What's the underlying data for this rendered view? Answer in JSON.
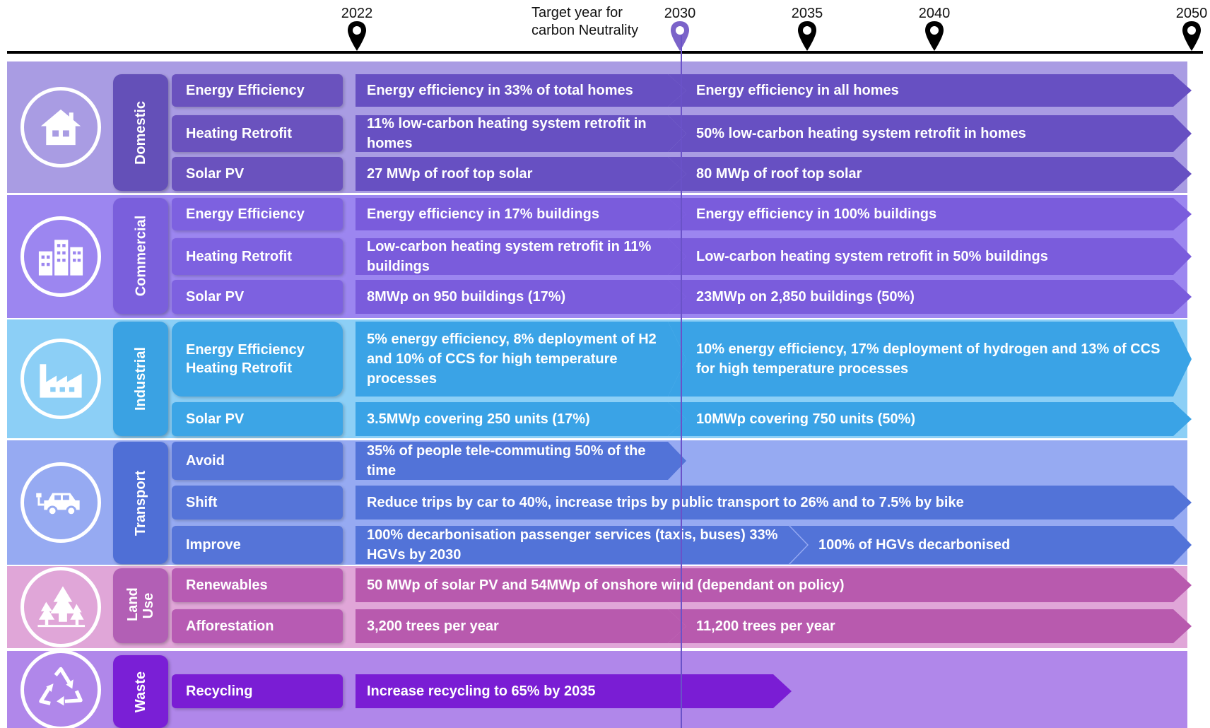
{
  "timeline": {
    "years": [
      "2022",
      "2030",
      "2035",
      "2040",
      "2050"
    ],
    "target_note": [
      "Target year for",
      "carbon Neutrality"
    ],
    "colors": {
      "pin": "#000000",
      "target_pin": "#7b63c9",
      "target_line": "#6a52c8"
    }
  },
  "sectors": [
    {
      "label": "Domestic",
      "icon": "house-icon",
      "colors": {
        "band": "#a99ce3",
        "tab": "#6450b8",
        "box": "#6a52be",
        "arrow": "#6750c2"
      },
      "rows": [
        {
          "category": "Energy Efficiency",
          "near": "Energy efficiency in 33% of total homes",
          "far": "Energy efficiency in all homes"
        },
        {
          "category": "Heating Retrofit",
          "near": "11% low-carbon heating system retrofit in homes",
          "far": "50% low-carbon heating system retrofit in homes"
        },
        {
          "category": "Solar PV",
          "near": "27 MWp of roof top solar",
          "far": "80 MWp of roof top solar"
        }
      ]
    },
    {
      "label": "Commercial",
      "icon": "buildings-icon",
      "colors": {
        "band": "#9c86f0",
        "tab": "#7a5fdc",
        "box": "#7d61e0",
        "arrow": "#7a5cdc"
      },
      "rows": [
        {
          "category": "Energy Efficiency",
          "near": "Energy efficiency in 17% buildings",
          "far": "Energy efficiency in 100% buildings"
        },
        {
          "category": "Heating Retrofit",
          "near": "Low-carbon heating system retrofit in 11% buildings",
          "far": "Low-carbon heating system retrofit in 50% buildings"
        },
        {
          "category": "Solar PV",
          "near": "8MWp on 950 buildings (17%)",
          "far": "23MWp on 2,850 buildings (50%)"
        }
      ]
    },
    {
      "label": "Industrial",
      "icon": "factory-icon",
      "colors": {
        "band": "#8ccff6",
        "tab": "#3aa2e3",
        "box": "#3ca5e6",
        "arrow": "#3aa3e6"
      },
      "rows": [
        {
          "category": "Energy Efficiency Heating Retrofit",
          "near": "5% energy efficiency, 8% deployment of H2 and 10% of CCS for high temperature processes",
          "far": "10% energy efficiency, 17% deployment of hydrogen and 13% of CCS for high temperature processes"
        },
        {
          "category": "Solar PV",
          "near": "3.5MWp covering 250 units (17%)",
          "far": "10MWp covering 750 units (50%)"
        }
      ]
    },
    {
      "label": "Transport",
      "icon": "electric-car-icon",
      "colors": {
        "band": "#96aaf2",
        "tab": "#4f6fd6",
        "box": "#5574d8",
        "arrow": "#5273d8"
      },
      "rows": [
        {
          "category": "Avoid",
          "near": "35% of people tele-commuting 50% of the time"
        },
        {
          "category": "Shift",
          "full": "Reduce trips by car to 40%, increase trips by public transport to 26% and to 7.5% by bike"
        },
        {
          "category": "Improve",
          "near": "100% decarbonisation passenger services (taxis, buses) 33% HGVs by 2030",
          "far": "100% of HGVs decarbonised"
        }
      ]
    },
    {
      "label": "Land Use",
      "icon": "trees-icon",
      "colors": {
        "band": "#e0a6d8",
        "tab": "#b25fb5",
        "box": "#b75bb3",
        "arrow": "#b85aae"
      },
      "rows": [
        {
          "category": "Renewables",
          "full": "50 MWp of solar PV and 54MWp of onshore wind (dependant on policy)"
        },
        {
          "category": "Afforestation",
          "near": "3,200 trees per year",
          "far": "11,200 trees per year"
        }
      ]
    },
    {
      "label": "Waste",
      "icon": "recycle-icon",
      "colors": {
        "band": "#b087ea",
        "tab": "#7a1fd6",
        "box": "#7a1dd4",
        "arrow": "#7a1dd4"
      },
      "rows": [
        {
          "category": "Recycling",
          "near": "Increase recycling to 65% by 2035"
        }
      ]
    }
  ]
}
